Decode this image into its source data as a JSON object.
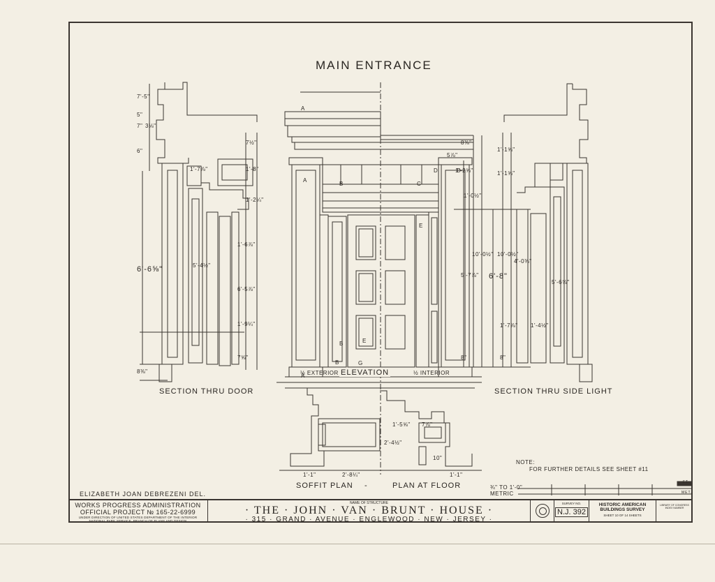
{
  "sheet_title": "MAIN ENTRANCE",
  "views": {
    "section_door": "SECTION THRU DOOR",
    "elevation": "ELEVATION",
    "elevation_left": "½ EXTERIOR",
    "elevation_right": "½ INTERIOR",
    "section_side_light": "SECTION THRU SIDE LIGHT",
    "soffit_plan": "SOFFIT PLAN",
    "plan_separator": "-",
    "plan_at_floor": "PLAN AT FLOOR"
  },
  "section_marks": [
    "A",
    "A",
    "A",
    "B",
    "B",
    "C",
    "D",
    "D",
    "E",
    "G",
    "B",
    "E"
  ],
  "dimensions": {
    "door_section": [
      "7'-5\"",
      "5\"",
      "7\"",
      "3⅛\"",
      "6\"",
      "7½\"",
      "1'-8\"",
      "1'-7⅞\"",
      "1'-2¼\"",
      "6'-6⅝\"",
      "1'-6⅞\"",
      "6'-5⅞\"",
      "1'-9¼\"",
      "8⅜\"",
      "5'-4½\"",
      "7⅝\""
    ],
    "elevation": [
      "8⅜\"",
      "5⅞\"",
      "1'-2⅝\"",
      "1'-0½\"",
      "5'-7⅞\"",
      "10'-0½\"",
      "8\""
    ],
    "side_light": [
      "1'-1⅝\"",
      "1'-1⅝\"",
      "6'-8\"",
      "4'-0⅜\"",
      "10'-0½\"",
      "1'-7⅞\"",
      "5'-6⅝\"",
      "1'-4½\"",
      "8\""
    ],
    "plan": [
      "2'-4½\"",
      "1'-5⅝\"",
      "7⅞\"",
      "1'-1\"",
      "2'-8¼\"",
      "1'-1\"",
      "10\""
    ]
  },
  "note_label": "NOTE:",
  "note_text": "FOR FURTHER DETAILS SEE SHEET #11",
  "scale": {
    "imperial": "¾\" TO 1'-0\"",
    "metric": "METRIC",
    "ft": "FT",
    "met": "MET."
  },
  "delineator": "ELIZABETH JOAN DEBREZENI DEL.",
  "title_block": {
    "wpa_line1": "WORKS PROGRESS ADMINISTRATION",
    "wpa_line2": "OFFICIAL PROJECT № 165-22-6999",
    "wpa_line3": "UNDER DIRECTION OF UNITED STATES DEPARTMENT OF THE INTERIOR",
    "wpa_line4": "NATIONAL PARK SERVICE, BRANCH OF PLANS AND DESIGN",
    "name_label": "NAME OF STRUCTURE",
    "name": "· THE · JOHN · VAN · BRUNT · HOUSE ·",
    "address": "· 315 · GRAND · AVENUE · ENGLEWOOD · NEW · JERSEY ·",
    "survey_label": "SURVEY NO.",
    "survey_no": "N.J. 392",
    "habs_line1": "HISTORIC AMERICAN",
    "habs_line2": "BUILDINGS SURVEY",
    "habs_sheet": "SHEET 10 OF 14 SHEETS",
    "library": "LIBRARY OF CONGRESS INDEX NUMBER"
  }
}
